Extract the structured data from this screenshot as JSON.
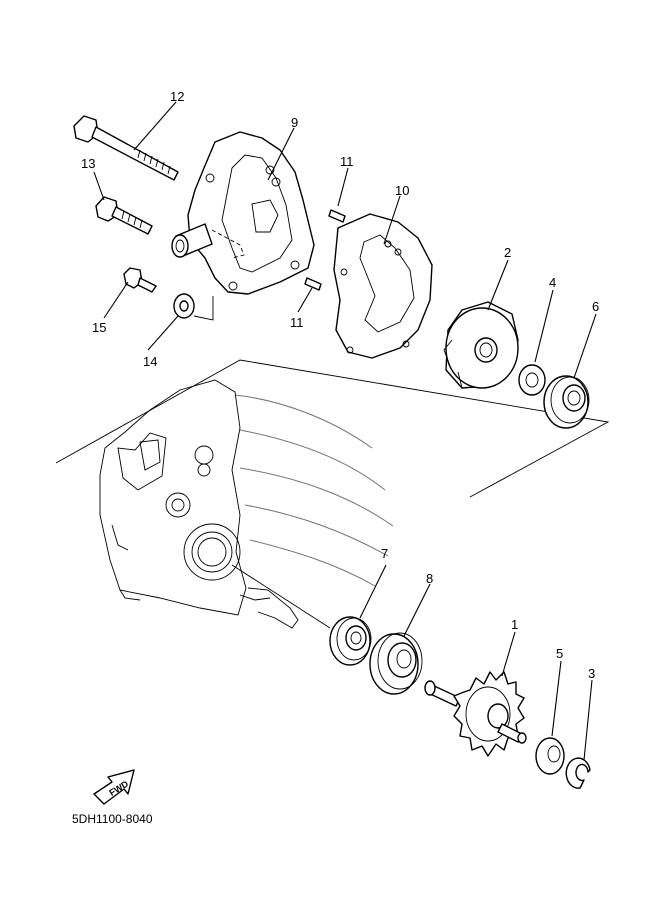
{
  "callouts": {
    "c1": "1",
    "c2": "2",
    "c3": "3",
    "c4": "4",
    "c5": "5",
    "c6": "6",
    "c7": "7",
    "c8": "8",
    "c9": "9",
    "c10": "10",
    "c11a": "11",
    "c11b": "11",
    "c12": "12",
    "c13": "13",
    "c14": "14",
    "c15": "15"
  },
  "fwd_label": "FWD",
  "diagram_code": "5DH1100-8040"
}
